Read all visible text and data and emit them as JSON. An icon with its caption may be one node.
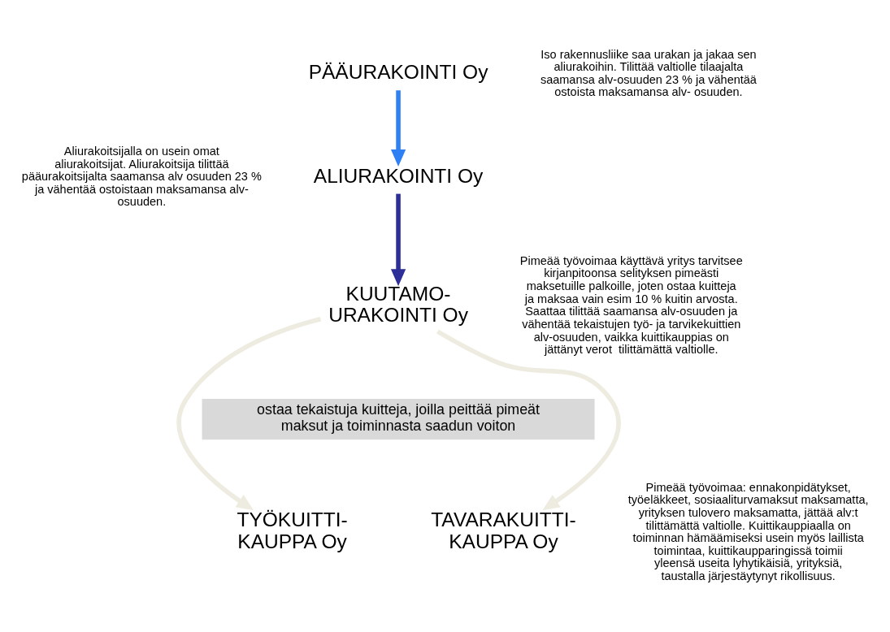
{
  "diagram": {
    "nodes": [
      {
        "text": [
          "PÄÄURAKOINTI Oy"
        ]
      },
      {
        "text": [
          "ALIURAKOINTI Oy"
        ]
      },
      {
        "text": [
          "KUUTAMO- URAKOINTI Oy"
        ]
      },
      {
        "text": [
          "TYÖKUITTI- KAUPPA Oy"
        ]
      },
      {
        "text": [
          "TAVARAKUITTI- KAUPPA Oy"
        ]
      },
      {
        "text": [
          "ostaa tekaistuja kuitteja, joilla peittää pimeät maksut ja toiminnasta saadun voiton"
        ]
      }
    ],
    "edges": [
      {
        "from": 0,
        "to": 1,
        "arrow": "to",
        "color": "#2f7ff5"
      },
      {
        "from": 1,
        "to": 2,
        "arrow": "to",
        "color": "#2e2e99"
      },
      {
        "from": 2,
        "to": 3,
        "arrow": "to",
        "color": "#eeece1"
      },
      {
        "from": 2,
        "to": 4,
        "arrow": "to",
        "color": "#eeece1"
      }
    ],
    "labels": [
      "Iso rakennusliike saa urakan ja jakaa sen aliurakoihin. Tilittää valtiolle tilaajalta saamansa alv-osuuden 23 % ja vähentää ostoista maksamansa alv- osuuden.",
      "Aliurakoitsijalla on usein omat aliurakoitsijat. Aliurakoitsija tilittää pääurakoitsijalta saamansa alv osuuden 23 % ja vähentää ostoistaan maksamansa alv- osuuden.",
      "Pimeää työvoimaa käyttävä yritys tarvitsee kirjanpitoonsa selityksen pimeästi maksetuille palkoille, joten ostaa kuitteja ja maksaa vain esim 10 % kuitin arvosta. Saattaa tilittää saamansa alv-osuuden ja vähentää tekaistujen työ- ja tarvikekuittien alv-osuuden, vaikka kuittikauppias on jättänyt verot  tilittämättä valtiolle.",
      "Pimeää työvoimaa: ennakonpidätykset, työeläkkeet, sosiaaliturvamaksut maksamatta, yrityksen tulovero maksamatta, jättää alv:t tilittämättä valtiolle. Kuittikauppiaalla on toiminnan hämäämiseksi usein myös laillista toimintaa, kuittikaupparingissä toimii yleensä useita lyhytikäisiä, yrityksiä, taustalla järjestäytynyt rikollisuus."
    ]
  }
}
